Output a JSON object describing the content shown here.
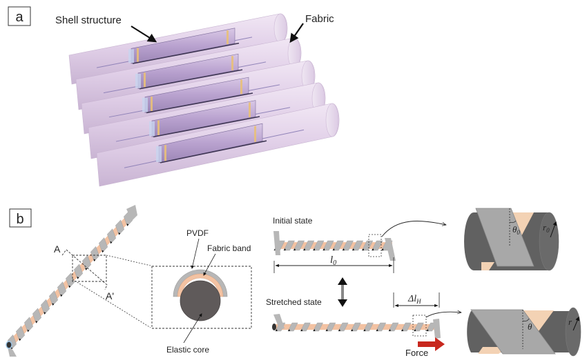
{
  "panels": {
    "a": {
      "label": "a",
      "annotations": {
        "shell": "Shell structure",
        "fabric": "Fabric"
      }
    },
    "b": {
      "label": "b",
      "section_marks": {
        "a": "A",
        "a_prime": "A'"
      },
      "cross_section": {
        "pvdf": "PVDF",
        "fabric_band": "Fabric band",
        "elastic_core": "Elastic core"
      },
      "states": {
        "initial": "Initial state",
        "stretched": "Stretched state",
        "length_symbol": "l",
        "length_sub": "0",
        "delta_symbol": "Δl",
        "delta_sub": "H",
        "force": "Force"
      },
      "detail": {
        "theta0": "θ",
        "theta0_sub": "0",
        "r0": "r",
        "r0_sub": "0",
        "theta": "θ",
        "r": "r"
      }
    }
  },
  "colors": {
    "fabric_tube": "#e6d6ec",
    "shell": "#c6b2d9",
    "pvdf_gray": "#b7b7b7",
    "fabric_band": "#f3c2a2",
    "core": "#5f5a5a",
    "force_arrow": "#c8281e"
  }
}
